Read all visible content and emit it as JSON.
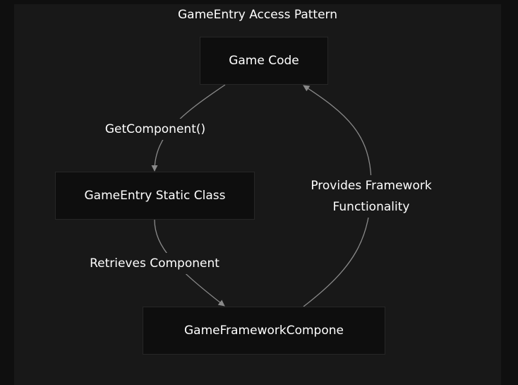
{
  "diagram": {
    "title": "GameEntry Access Pattern",
    "nodes": {
      "game_code": "Game Code",
      "gameentry_static_class": "GameEntry Static Class",
      "gameframework_component": "GameFrameworkCompone"
    },
    "edges": {
      "get_component": "GetComponent()",
      "retrieves_component": "Retrieves Component",
      "provides_line1": "Provides Framework",
      "provides_line2": "Functionality"
    },
    "colors": {
      "background": "#0f0f0f",
      "cluster": "#181818",
      "node_fill": "#0e0e0e",
      "edge": "#8a8a8a",
      "text": "#ffffff"
    }
  }
}
